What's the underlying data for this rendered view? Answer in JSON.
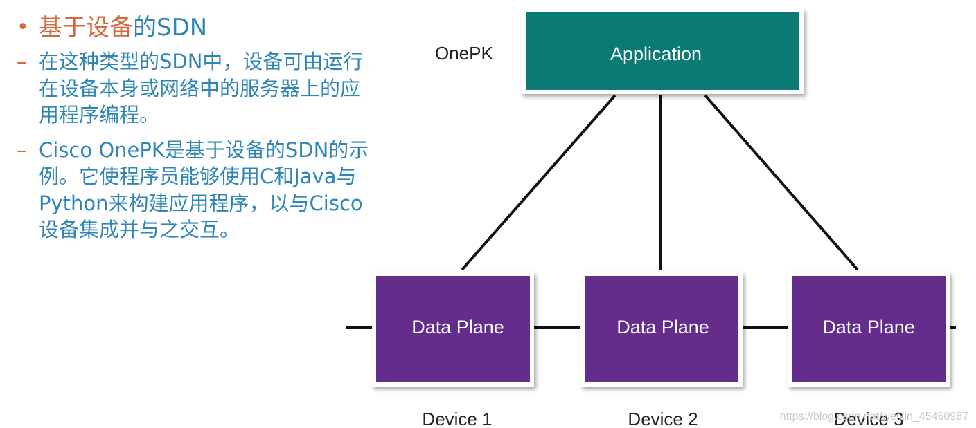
{
  "text": {
    "bullet": {
      "mark": "•",
      "title_accent": "基于设备",
      "title_rest": "的SDN"
    },
    "items": [
      {
        "mark": "–",
        "lines": [
          "在这种类型的SDN中，设备可由运行",
          "在设备本身或网络中的服务器上的应",
          "用程序编程。"
        ]
      },
      {
        "mark": "–",
        "lines": [
          "Cisco OnePK是基于设备的SDN的示",
          "例。它使程序员能够使用C和Java与",
          "Python来构建应用程序，以与Cisco",
          "设备集成并与之交互。"
        ]
      }
    ]
  },
  "diagram": {
    "top_label": "OnePK",
    "application": "Application",
    "devices": [
      {
        "plane": "Data Plane",
        "name": "Device 1"
      },
      {
        "plane": "Data Plane",
        "name": "Device 2"
      },
      {
        "plane": "Data Plane",
        "name": "Device 3"
      }
    ],
    "watermark": "https://blog.csdn.net/weixin_45460987"
  },
  "colors": {
    "accent": "#d46a3c",
    "text_blue": "#2f86b4",
    "application_fill": "#0b7a75",
    "plane_fill": "#642d8c",
    "line": "#111111"
  }
}
